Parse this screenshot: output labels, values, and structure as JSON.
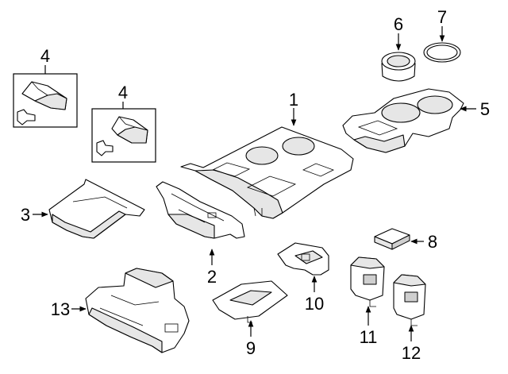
{
  "callouts": [
    {
      "id": "1",
      "label": "1"
    },
    {
      "id": "2",
      "label": "2"
    },
    {
      "id": "3",
      "label": "3"
    },
    {
      "id": "4a",
      "label": "4"
    },
    {
      "id": "4b",
      "label": "4"
    },
    {
      "id": "5",
      "label": "5"
    },
    {
      "id": "6",
      "label": "6"
    },
    {
      "id": "7",
      "label": "7"
    },
    {
      "id": "8",
      "label": "8"
    },
    {
      "id": "9",
      "label": "9"
    },
    {
      "id": "10",
      "label": "10"
    },
    {
      "id": "11",
      "label": "11"
    },
    {
      "id": "12",
      "label": "12"
    },
    {
      "id": "13",
      "label": "13"
    }
  ]
}
